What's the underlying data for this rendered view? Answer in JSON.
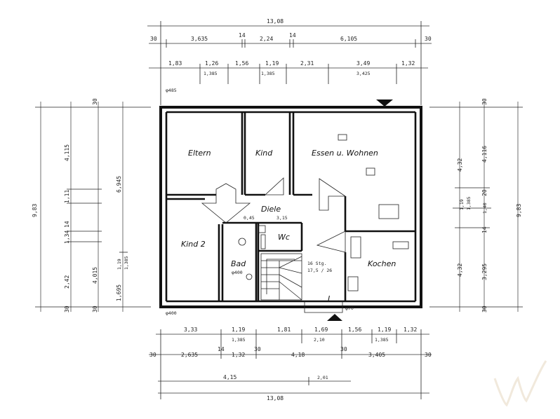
{
  "rooms": {
    "eltern": "Eltern",
    "kind": "Kind",
    "essen_wohnen": "Essen u. Wohnen",
    "diele": "Diele",
    "kind2": "Kind 2",
    "wc": "Wc",
    "bad": "Bad",
    "kochen": "Kochen"
  },
  "stair": {
    "line1": "16 Stg.",
    "line2": "17,5 / 26",
    "mark": "I"
  },
  "annotations": {
    "p400_left": "φ400",
    "p400_bad": "φ400",
    "p70": "φ70",
    "p485": "φ485",
    "p145": "3,15",
    "p045": "0,45"
  },
  "dims_top": {
    "total": "13,08",
    "row2": [
      "30",
      "3,635",
      "14",
      "2,24",
      "14",
      "6,105",
      "30"
    ],
    "row3a": [
      "1,83",
      "1,26",
      "1,56",
      "1,19",
      "2,31",
      "3,49",
      "1,32"
    ],
    "row3b": [
      "1,385",
      "1,385",
      "3,425"
    ]
  },
  "dims_bottom": {
    "row1a": [
      "3,33",
      "1,19",
      "1,81",
      "1,69",
      "1,56",
      "1,19",
      "1,32"
    ],
    "row1b": [
      "1,385",
      "2,10",
      "1,385"
    ],
    "row2": [
      "30",
      "2,635",
      "14",
      "1,32",
      "30",
      "4,18",
      "30",
      "3,405",
      "30"
    ],
    "row3": [
      "4,15",
      "2,01"
    ],
    "total": "13,08"
  },
  "dims_left": {
    "total": "9,83",
    "a": [
      "4,115",
      "30",
      "1,11",
      "14",
      "1,34",
      "2,42",
      "30",
      "30"
    ],
    "b": [
      "4,015",
      "6,945",
      "1,19",
      "1,385",
      "1,695"
    ]
  },
  "dims_right": {
    "total": "9,83",
    "a": [
      "4,32",
      "4,32",
      "30",
      "30"
    ],
    "b": [
      "4,116",
      "20",
      "1,19",
      "1,385",
      "14",
      "1,40",
      "3,295"
    ]
  },
  "chart_data": {
    "type": "floorplan",
    "rooms": [
      "Eltern",
      "Kind",
      "Essen u. Wohnen",
      "Diele",
      "Kind 2",
      "Wc",
      "Bad",
      "Kochen"
    ],
    "overall_width": "13,08",
    "overall_depth": "9,83"
  }
}
